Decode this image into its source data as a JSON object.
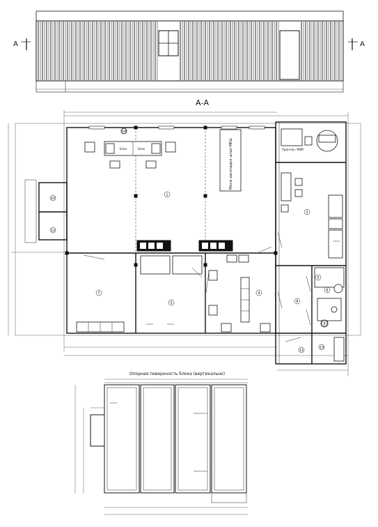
{
  "section_mark": "A",
  "section_title": "А-А",
  "support_plan_title": "Опорная поверхность блока (вертикально)",
  "plan_labels": {
    "board": "Меню раскладки шпал МКЦ",
    "equipment_label": "Принтер / МФУ",
    "bench_label": "Блок"
  },
  "room_numbers": [
    "1",
    "2",
    "3",
    "4",
    "5",
    "6",
    "7",
    "8",
    "9",
    "10",
    "11",
    "12",
    "13",
    "14"
  ],
  "colors": {
    "ink": "#111111",
    "paper": "#ffffff"
  }
}
